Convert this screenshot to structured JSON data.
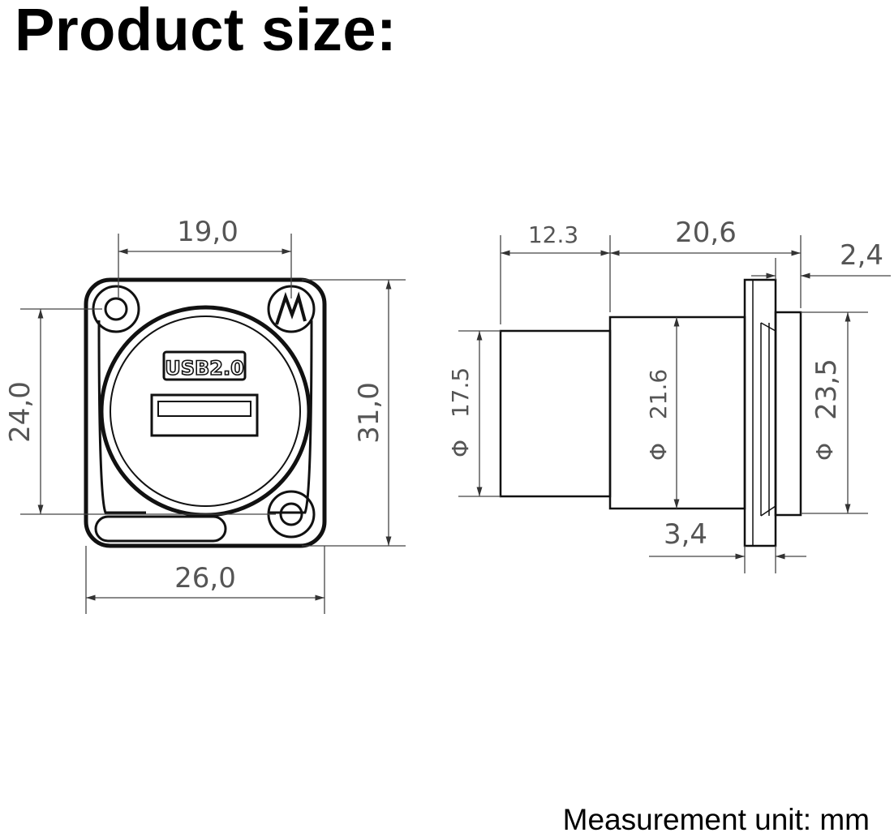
{
  "title": "Product size:",
  "unit_note": "Measurement unit: mm",
  "front_view": {
    "badge": "USB2.0",
    "width_holes": "19,0",
    "height_holes": "24,0",
    "height_total": "31,0",
    "width_total": "26,0"
  },
  "side_view": {
    "length_front": "12.3",
    "length_body": "20,6",
    "flange_thickness": "2,4",
    "dia_front": "17.5",
    "dia_body": "21.6",
    "dia_flange": "23,5",
    "panel_thickness": "3,4",
    "diameter_symbol": "Φ"
  }
}
